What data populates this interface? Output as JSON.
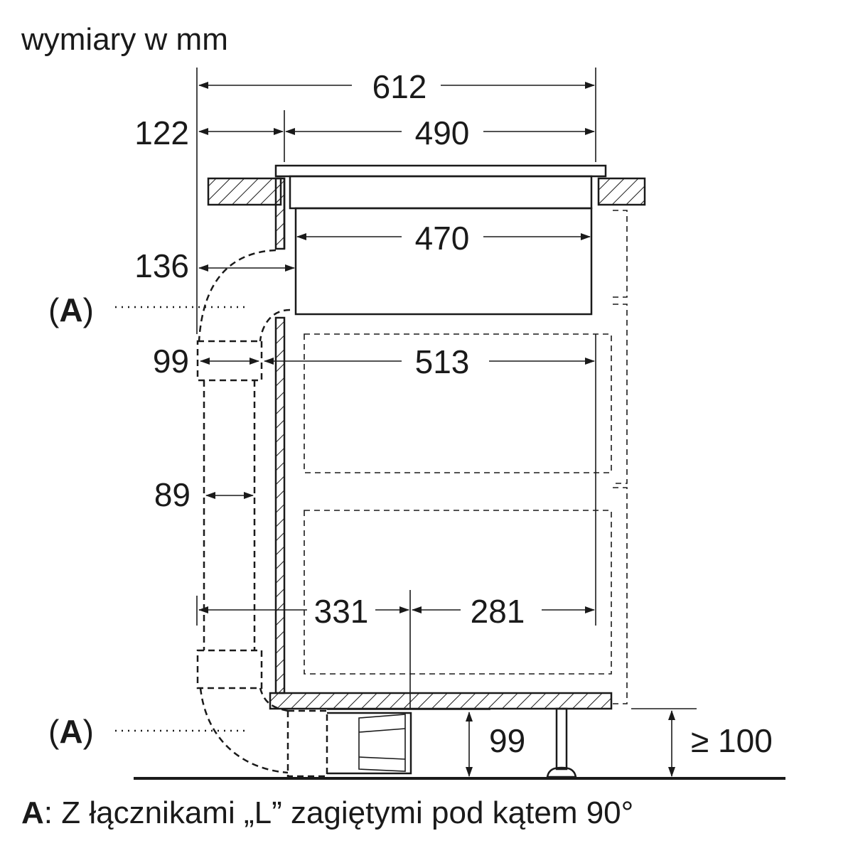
{
  "title": "wymiary w mm",
  "dimensions": {
    "d612": "612",
    "d490": "490",
    "d122": "122",
    "d470": "470",
    "d136": "136",
    "d99_top": "99",
    "d513": "513",
    "d89": "89",
    "d331": "331",
    "d281": "281",
    "d99_bottom": "99",
    "d100": "≥ 100"
  },
  "labels": {
    "a_top": "A",
    "a_bottom": "A"
  },
  "footer": {
    "key": "A",
    "text": ": Z łącznikami „L” zagiętymi pod kątem 90°"
  }
}
